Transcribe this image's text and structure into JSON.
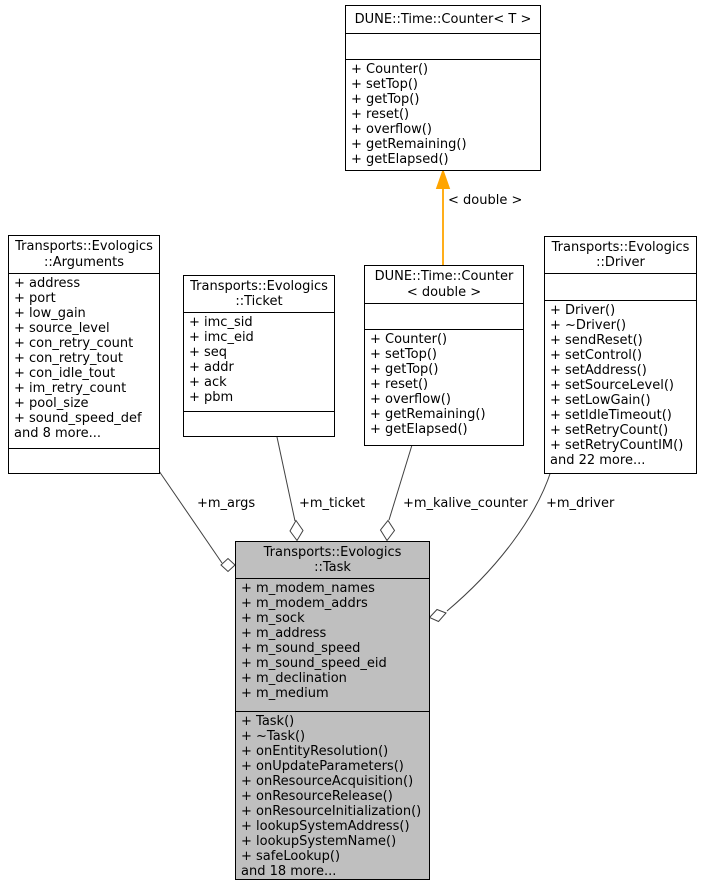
{
  "diagram_type": "uml-collaboration-diagram",
  "colors": {
    "box_fill": "#ffffff",
    "highlight_fill": "#bfbfbf",
    "border": "#000000",
    "edge": "#404040",
    "template_edge": "#ffa500"
  },
  "classes": {
    "counter_t": {
      "title": "DUNE::Time::Counter< T >",
      "attributes": [],
      "methods": [
        "+ Counter()",
        "+ setTop()",
        "+ getTop()",
        "+ reset()",
        "+ overflow()",
        "+ getRemaining()",
        "+ getElapsed()"
      ]
    },
    "arguments": {
      "title": "Transports::Evologics\n::Arguments",
      "attributes": [
        "+ address",
        "+ port",
        "+ low_gain",
        "+ source_level",
        "+ con_retry_count",
        "+ con_retry_tout",
        "+ con_idle_tout",
        "+ im_retry_count",
        "+ pool_size",
        "+ sound_speed_def",
        "and 8 more..."
      ],
      "methods": []
    },
    "ticket": {
      "title": "Transports::Evologics\n::Ticket",
      "attributes": [
        "+ imc_sid",
        "+ imc_eid",
        "+ seq",
        "+ addr",
        "+ ack",
        "+ pbm"
      ],
      "methods": []
    },
    "counter_double": {
      "title": "DUNE::Time::Counter\n< double >",
      "attributes": [],
      "methods": [
        "+ Counter()",
        "+ setTop()",
        "+ getTop()",
        "+ reset()",
        "+ overflow()",
        "+ getRemaining()",
        "+ getElapsed()"
      ]
    },
    "driver": {
      "title": "Transports::Evologics\n::Driver",
      "attributes": [],
      "methods": [
        "+ Driver()",
        "+ ~Driver()",
        "+ sendReset()",
        "+ setControl()",
        "+ setAddress()",
        "+ setSourceLevel()",
        "+ setLowGain()",
        "+ setIdleTimeout()",
        "+ setRetryCount()",
        "+ setRetryCountIM()",
        "and 22 more..."
      ]
    },
    "task": {
      "title": "Transports::Evologics\n::Task",
      "attributes": [
        "+ m_modem_names",
        "+ m_modem_addrs",
        "+ m_sock",
        "+ m_address",
        "+ m_sound_speed",
        "+ m_sound_speed_eid",
        "+ m_declination",
        "+ m_medium"
      ],
      "methods": [
        "+ Task()",
        "+ ~Task()",
        "+ onEntityResolution()",
        "+ onUpdateParameters()",
        "+ onResourceAcquisition()",
        "+ onResourceRelease()",
        "+ onResourceInitialization()",
        "+ lookupSystemAddress()",
        "+ lookupSystemName()",
        "+ safeLookup()",
        "and 18 more..."
      ]
    }
  },
  "edges": {
    "m_args_label": "+m_args",
    "m_ticket_label": "+m_ticket",
    "m_kalive_counter_label": "+m_kalive_counter",
    "m_driver_label": "+m_driver",
    "template_label": "< double >"
  }
}
